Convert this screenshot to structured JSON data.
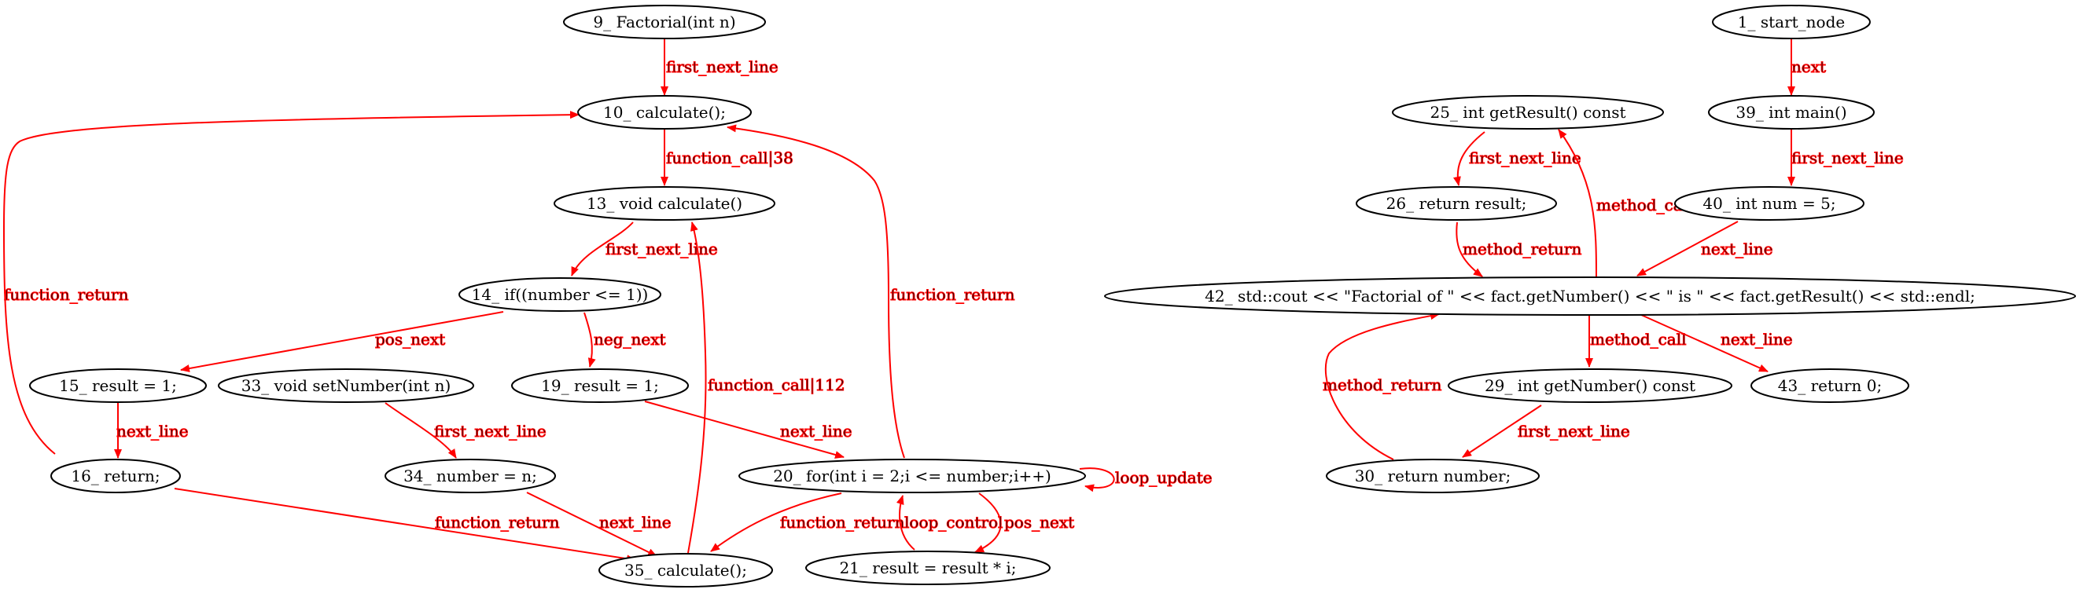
{
  "edge_color": "#ff0000",
  "nodes": {
    "n9": "9_  Factorial(int n)",
    "n10": "10_ calculate();",
    "n13": "13_  void calculate()",
    "n14": "14_ if((number <= 1))",
    "n15": "15_ result = 1;",
    "n16": "16_ return;",
    "n33": "33_  void setNumber(int n)",
    "n34": "34_ number = n;",
    "n35": "35_ calculate();",
    "n19": "19_ result = 1;",
    "n20": "20_ for(int i = 2;i <= number;i++)",
    "n21": "21_ result = result * i;",
    "n1": "1_ start_node",
    "n39": "39_  int main()",
    "n40": "40_ int num = 5;",
    "n25": "25_  int getResult() const",
    "n26": "26_ return result;",
    "n42": "42_ std::cout << \"Factorial of \" << fact.getNumber() << \" is \" << fact.getResult() << std::endl;",
    "n29": "29_  int getNumber() const",
    "n30": "30_ return number;",
    "n43": "43_ return 0;"
  },
  "edge_labels": {
    "e9_10": "first_next_line",
    "e10_13": "function_call|38",
    "e13_14": "first_next_line",
    "e14_15": "pos_next",
    "e14_19": "neg_next",
    "e15_16": "next_line",
    "e16_10": "function_return",
    "e16_35": "function_return",
    "e33_34": "first_next_line",
    "e34_35": "next_line",
    "e35_13": "function_call|112",
    "e19_20": "next_line",
    "e20_10": "function_return",
    "e20_20": "loop_update",
    "e20_35": "function_return",
    "e20_21": "pos_next",
    "e21_20": "loop_control",
    "e1_39": "next",
    "e39_40": "first_next_line",
    "e40_42": "next_line",
    "e25_26": "first_next_line",
    "e26_42": "method_return",
    "e42_25": "method_call",
    "e42_29": "method_call",
    "e42_43": "next_line",
    "e29_30": "first_next_line",
    "e30_42": "method_return"
  }
}
